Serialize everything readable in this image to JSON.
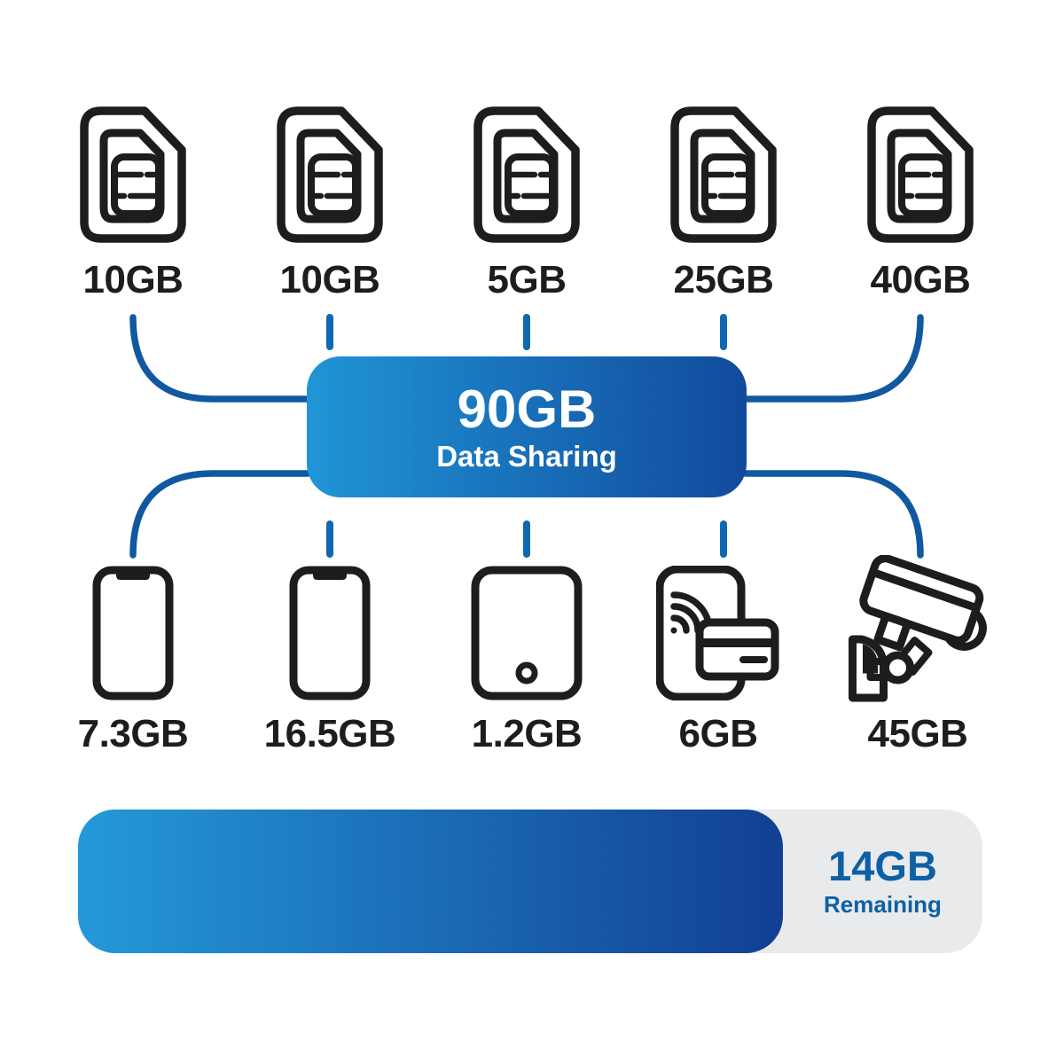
{
  "title": "Data Sharing",
  "colors": {
    "icon_dark": "#1d1d1b",
    "connector_blue": "#1158a1",
    "dash_blue": "#0e68b2",
    "pool_gradient_start": "#2095d6",
    "pool_gradient_end": "#114a9c",
    "bar_gradient_start": "#2499d8",
    "bar_gradient_end": "#123f93",
    "bar_track_gray": "#e9eaec",
    "remaining_text_blue": "#0e60a6",
    "pool_text": "#ffffff"
  },
  "pool": {
    "amount": "90GB",
    "caption": "Data Sharing"
  },
  "sims": [
    {
      "icon": "sim-card-icon",
      "label": "10GB"
    },
    {
      "icon": "sim-card-icon",
      "label": "10GB"
    },
    {
      "icon": "sim-card-icon",
      "label": "5GB"
    },
    {
      "icon": "sim-card-icon",
      "label": "25GB"
    },
    {
      "icon": "sim-card-icon",
      "label": "40GB"
    }
  ],
  "devices": [
    {
      "icon": "smartphone-icon",
      "label": "7.3GB"
    },
    {
      "icon": "smartphone-icon",
      "label": "16.5GB"
    },
    {
      "icon": "tablet-icon",
      "label": "1.2GB"
    },
    {
      "icon": "contactless-payment-phone-icon",
      "label": "6GB"
    },
    {
      "icon": "cctv-camera-icon",
      "label": "45GB"
    }
  ],
  "usage_bar": {
    "remaining_amount": "14GB",
    "remaining_label": "Remaining"
  }
}
